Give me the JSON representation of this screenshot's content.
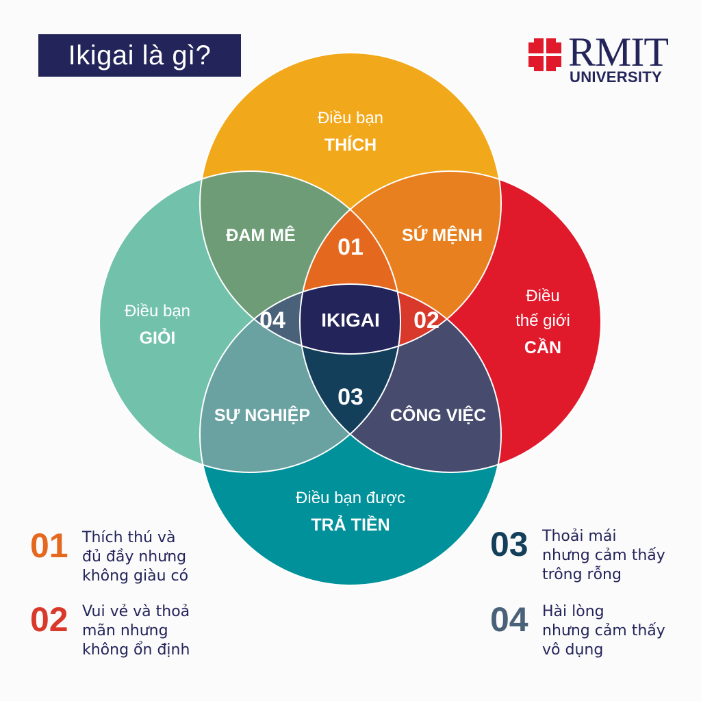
{
  "title": "Ikigai là gì?",
  "logo": {
    "name": "RMIT",
    "sub": "UNIVERSITY"
  },
  "colors": {
    "thich": "#f2a81b",
    "gioi": "#72c2ab",
    "can": "#e0192b",
    "tra_tien": "#00919a",
    "dam_me": "#6e9c77",
    "su_menh": "#e8801f",
    "su_nghiep": "#6aa1a1",
    "cong_viec": "#474b6d",
    "n01": "#e5681f",
    "n02": "#d9392a",
    "n03": "#133f5b",
    "n04": "#4a6279",
    "ikigai": "#232459",
    "legend_text": "#232459"
  },
  "circles": {
    "top": {
      "line1": "Điều bạn",
      "line2": "THÍCH"
    },
    "left": {
      "line1": "Điều bạn",
      "line2": "GIỎI"
    },
    "right": {
      "line1": "Điều",
      "line2": "thế giới",
      "line3": "CẦN"
    },
    "bottom": {
      "line1": "Điều bạn được",
      "line2": "TRẢ TIỀN"
    }
  },
  "regions": {
    "dam_me": "ĐAM MÊ",
    "su_menh": "SỨ MỆNH",
    "su_nghiep": "SỰ NGHIỆP",
    "cong_viec": "CÔNG VIỆC",
    "n01": "01",
    "n02": "02",
    "n03": "03",
    "n04": "04",
    "center": "IKIGAI"
  },
  "legend": [
    {
      "num": "01",
      "lines": [
        "Thích thú và",
        "đủ đầy nhưng",
        "không giàu có"
      ]
    },
    {
      "num": "02",
      "lines": [
        "Vui vẻ và thoả",
        "mãn nhưng",
        "không ổn định"
      ]
    },
    {
      "num": "03",
      "lines": [
        "Thoải mái",
        "nhưng cảm thấy",
        "trông rỗng"
      ]
    },
    {
      "num": "04",
      "lines": [
        "Hài lòng",
        "nhưng cảm thấy",
        "vô dụng"
      ]
    }
  ]
}
